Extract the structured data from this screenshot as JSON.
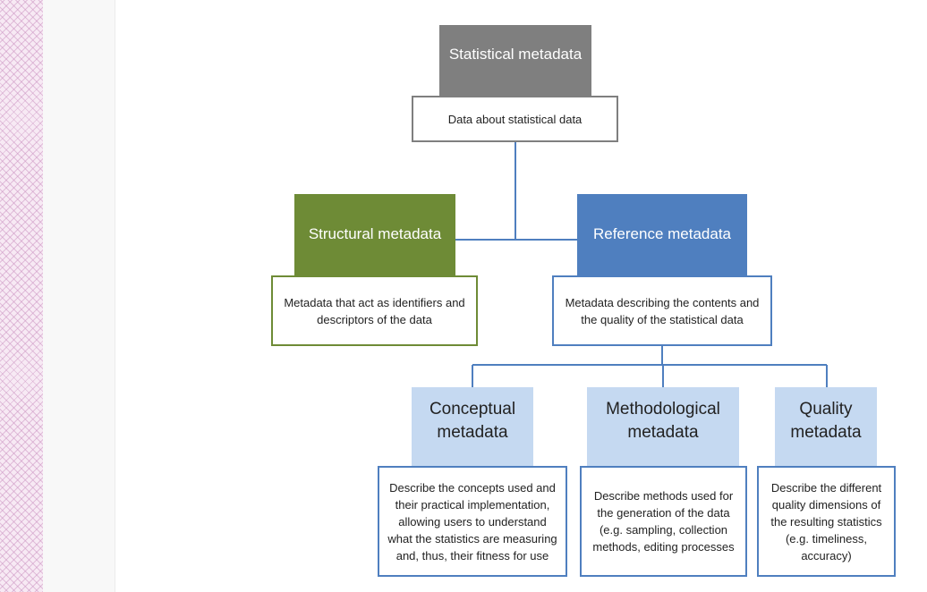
{
  "diagram": {
    "root": {
      "title": "Statistical metadata",
      "description": "Data about statistical data"
    },
    "structural": {
      "title": "Structural metadata",
      "description": "Metadata that act as identifiers and descriptors of the data"
    },
    "reference": {
      "title": "Reference metadata",
      "description": "Metadata describing the contents and the quality of the statistical data"
    },
    "conceptual": {
      "title": "Conceptual metadata",
      "description": "Describe the concepts used and their practical implementation, allowing users to understand what the statistics are measuring and, thus, their fitness for use"
    },
    "methodological": {
      "title": "Methodological metadata",
      "description": "Describe methods used for the generation of the data (e.g. sampling, collection methods, editing processes"
    },
    "quality": {
      "title": "Quality metadata",
      "description": "Describe the different quality dimensions of the resulting statistics (e.g. timeliness, accuracy)"
    }
  },
  "colors": {
    "root": "#7f7f7f",
    "structural": "#6e8b36",
    "reference": "#4f7fbf",
    "sub_fill": "#c5d9f1",
    "connector": "#4f7fbf"
  }
}
